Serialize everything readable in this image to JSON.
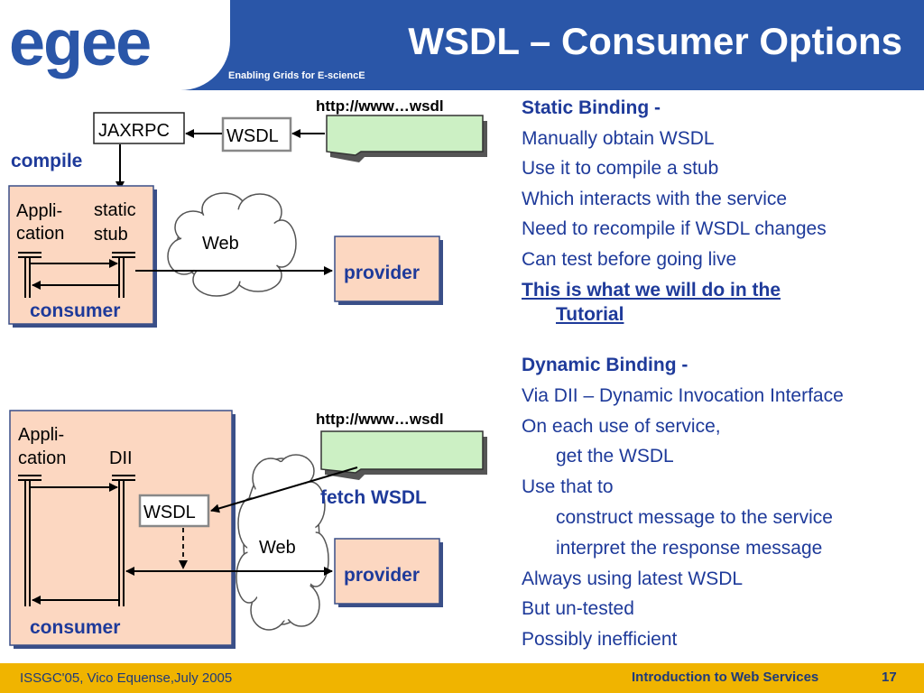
{
  "header": {
    "title": "WSDL – Consumer Options",
    "tagline": "Enabling Grids for E-sciencE",
    "logo_text": "egee"
  },
  "diagram_top": {
    "url": "http://www…wsdl",
    "wsdl": "WSDL",
    "jaxrpc": "JAXRPC",
    "compile": "compile",
    "app_line1": "Appli-",
    "app_line2": "cation",
    "stub_line1": "static",
    "stub_line2": "stub",
    "web": "Web",
    "provider": "provider",
    "consumer": "consumer"
  },
  "diagram_bottom": {
    "url": "http://www…wsdl",
    "app_line1": "Appli-",
    "app_line2": "cation",
    "dii": "DII",
    "wsdl": "WSDL",
    "fetch": "fetch WSDL",
    "web": "Web",
    "provider": "provider",
    "consumer": "consumer"
  },
  "static_binding": {
    "heading": "Static Binding -",
    "lines": [
      "Manually obtain WSDL",
      "Use it to compile a stub",
      "Which interacts with the service",
      "Need to recompile if WSDL changes",
      "Can test before going live"
    ],
    "emphasis_line1": "This is what we will do in the",
    "emphasis_line2": "Tutorial"
  },
  "dynamic_binding": {
    "heading": "Dynamic Binding -",
    "lines": [
      "Via DII – Dynamic Invocation Interface",
      "On each use of service,",
      "get the WSDL",
      "Use that to",
      "construct message to the service",
      "interpret the response message",
      "Always using latest WSDL",
      "But un-tested",
      "Possibly inefficient"
    ]
  },
  "footer": {
    "left": "ISSGC'05, Vico Equense,July 2005",
    "center": "Introduction to Web Services",
    "page": "17"
  }
}
